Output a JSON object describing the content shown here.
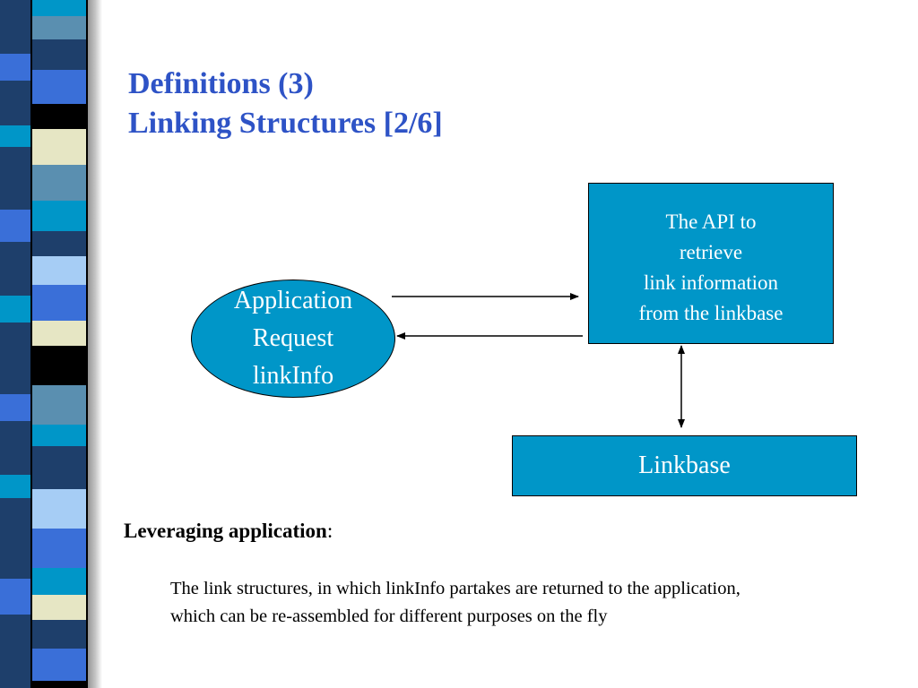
{
  "title": {
    "line1": "Definitions (3)",
    "line2": "Linking Structures [2/6]"
  },
  "diagram": {
    "api_box": {
      "lines": [
        "The API to",
        "retrieve",
        "link information",
        "from the linkbase"
      ]
    },
    "application": {
      "lines": [
        "Application",
        "Request",
        "linkInfo"
      ]
    },
    "linkbase": {
      "label": "Linkbase"
    }
  },
  "leverage": {
    "heading": "Leveraging application",
    "colon": ":"
  },
  "body": {
    "line1": "The link structures, in which linkInfo partakes are returned to the application,",
    "line2": "which can be re-assembled for different purposes on the fly"
  },
  "colors": {
    "title": "#2e53c6",
    "shape_fill": "#0096c8",
    "stripe_dark": "#1e3f6b"
  }
}
